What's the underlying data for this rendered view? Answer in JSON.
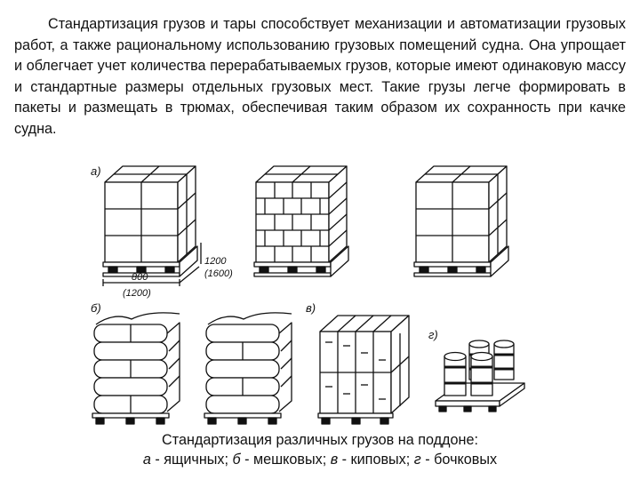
{
  "paragraph": "Стандартизация грузов и тары способствует механизации и автоматизации грузовых работ, а также рациональному использованию грузовых помещений судна. Она упрощает и облегчает учет количества перерабатываемых грузов, которые имеют одинаковую массу и стандартные размеры отдельных грузовых мест. Такие грузы легче формировать в пакеты и размещать в трюмах, обеспечивая таким образом их сохранность при качке судна.",
  "figure": {
    "labels": {
      "a": "а)",
      "b": "б)",
      "v": "в)",
      "g": "г)"
    },
    "dims": {
      "width": "800",
      "width_alt": "(1200)",
      "height": "1200",
      "height_alt": "(1600)"
    }
  },
  "caption": {
    "line1": "Стандартизация различных грузов на поддоне:",
    "a_letter": "а",
    "a_text": " - ящичных; ",
    "b_letter": "б",
    "b_text": " - мешковых; ",
    "v_letter": "в",
    "v_text": " - киповых; ",
    "g_letter": "г",
    "g_text": " - бочковых"
  }
}
